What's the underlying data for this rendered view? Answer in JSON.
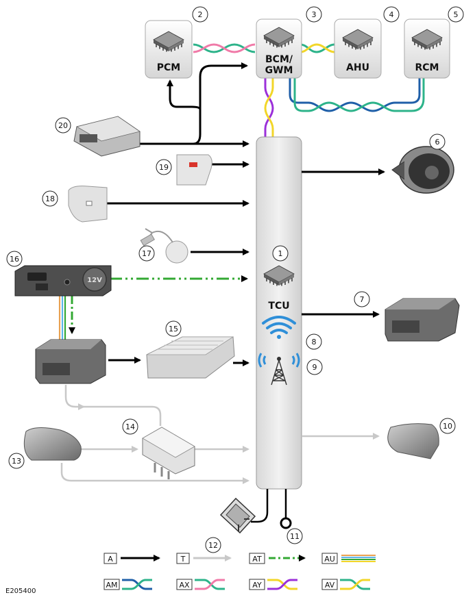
{
  "modules": {
    "pcm": "PCM",
    "bcm_gwm_line1": "BCM/",
    "bcm_gwm_line2": "GWM",
    "ahu": "AHU",
    "rcm": "RCM",
    "tcu": "TCU",
    "socket_voltage": "12V"
  },
  "callouts": [
    "1",
    "2",
    "3",
    "4",
    "5",
    "6",
    "7",
    "8",
    "9",
    "10",
    "11",
    "12",
    "13",
    "14",
    "15",
    "16",
    "17",
    "18",
    "19",
    "20"
  ],
  "key": {
    "a": "A",
    "t": "T",
    "at": "AT",
    "au": "AU",
    "am": "AM",
    "ax": "AX",
    "ay": "AY",
    "av": "AV"
  },
  "image_code": "E205400",
  "colors": {
    "hardwired": "#000000",
    "rf": "#c8c8c8",
    "usb": "#33a833",
    "can_green": "#2db38a",
    "can_blue": "#1f5fa8",
    "can_pink": "#f07aa8",
    "can_purple": "#9b30d9",
    "can_yellow": "#f2d629",
    "wifi": "#2f8fd8"
  }
}
